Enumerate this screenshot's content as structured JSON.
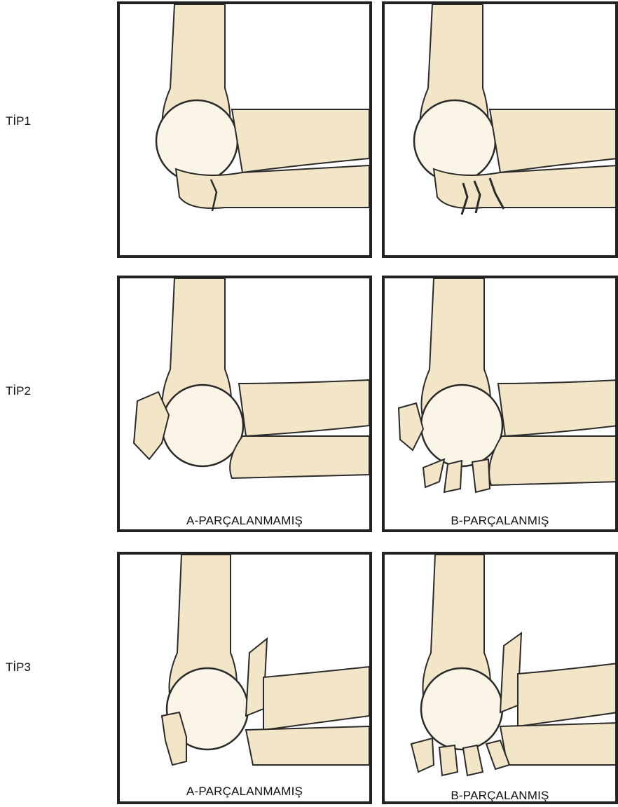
{
  "rows": [
    {
      "label": "TİP1",
      "panel_a_caption": "",
      "panel_b_caption": ""
    },
    {
      "label": "TİP2",
      "panel_a_caption": "A-PARÇALANMAMIŞ",
      "panel_b_caption": "B-PARÇALANMIŞ"
    },
    {
      "label": "TİP3",
      "panel_a_caption": "A-PARÇALANMAMIŞ",
      "panel_b_caption": "B-PARÇALANMIŞ"
    }
  ],
  "colors": {
    "bone_fill": "#f3e6c8",
    "bone_highlight": "#fbf5e8",
    "outline": "#2a2a2a",
    "frame": "#222222"
  }
}
